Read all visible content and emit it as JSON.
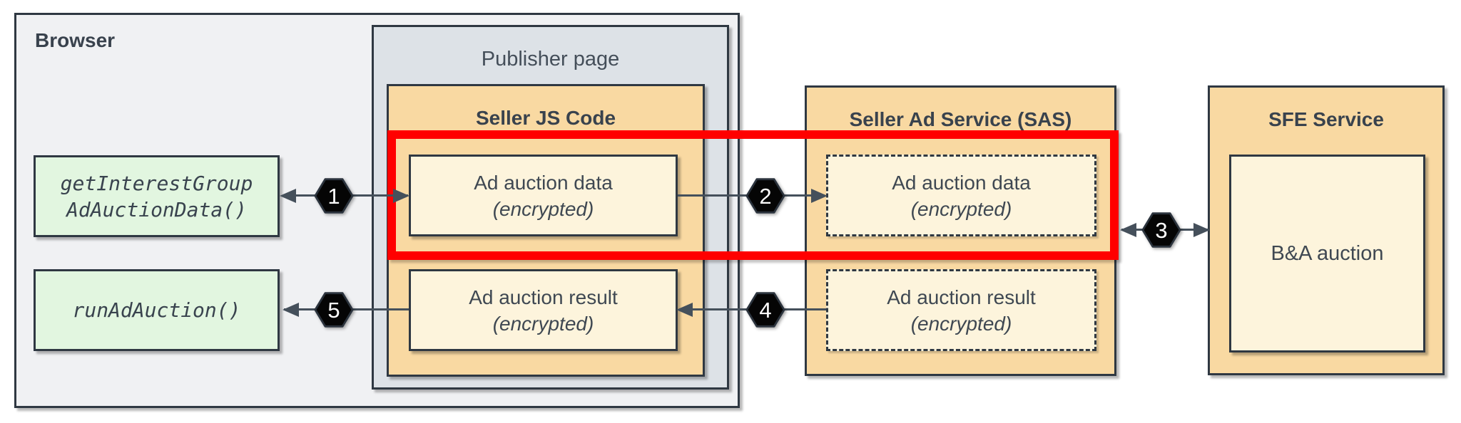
{
  "diagram": {
    "browser": {
      "title": "Browser"
    },
    "publisher": {
      "title": "Publisher page"
    },
    "seller_js": {
      "title": "Seller JS Code",
      "data_box": {
        "line1": "Ad auction data",
        "line2": "(encrypted)"
      },
      "result_box": {
        "line1": "Ad auction result",
        "line2": "(encrypted)"
      }
    },
    "sas": {
      "title": "Seller Ad Service (SAS)",
      "data_box": {
        "line1": "Ad auction data",
        "line2": "(encrypted)"
      },
      "result_box": {
        "line1": "Ad auction result",
        "line2": "(encrypted)"
      }
    },
    "sfe": {
      "title": "SFE Service",
      "auction_box": "B&A auction"
    },
    "api_calls": {
      "get_interest_group": {
        "line1": "getInterestGroup",
        "line2": "AdAuctionData()"
      },
      "run_ad_auction": "runAdAuction()"
    },
    "steps": {
      "s1": "1",
      "s2": "2",
      "s3": "3",
      "s4": "4",
      "s5": "5"
    },
    "colors": {
      "highlight_red": "#ff0000",
      "service_orange": "#f9d9a2",
      "inner_cream": "#fdf4dc",
      "api_green": "#e2f6e0",
      "browser_gray": "#f0f1f3",
      "publisher_gray": "#dde2e7",
      "border_dark": "#2f3842",
      "connector": "#45505b",
      "hexagon_black": "#050505"
    }
  }
}
